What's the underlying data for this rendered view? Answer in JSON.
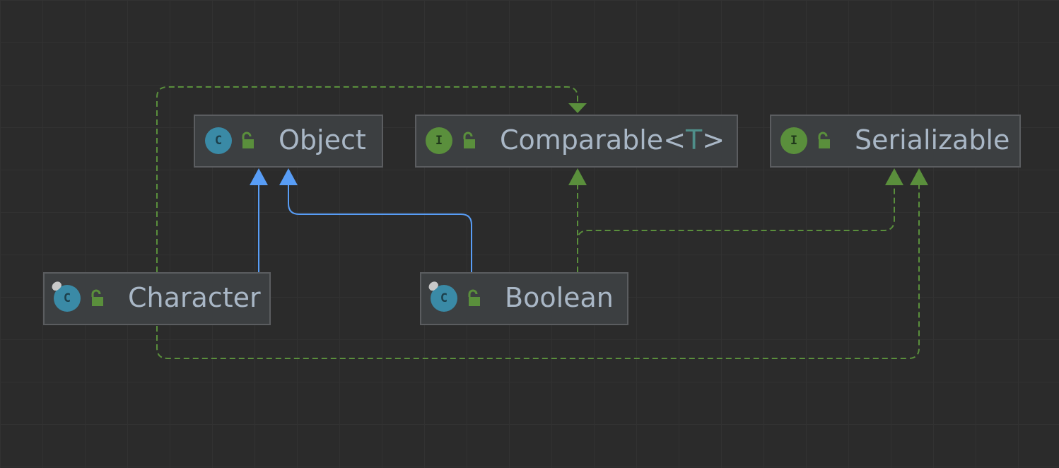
{
  "diagram": {
    "nodes": {
      "object": {
        "name": "Object",
        "kind_letter": "C",
        "kind": "class"
      },
      "comparable": {
        "name": "Comparable",
        "lt": "<",
        "type_param": "T",
        "gt": ">",
        "kind_letter": "I",
        "kind": "interface"
      },
      "serializable": {
        "name": "Serializable",
        "kind_letter": "I",
        "kind": "interface"
      },
      "character": {
        "name": "Character",
        "kind_letter": "C",
        "kind": "final class"
      },
      "boolean": {
        "name": "Boolean",
        "kind_letter": "C",
        "kind": "final class"
      }
    },
    "edges": [
      {
        "from": "Character",
        "to": "Object",
        "type": "extends"
      },
      {
        "from": "Boolean",
        "to": "Object",
        "type": "extends"
      },
      {
        "from": "Character",
        "to": "Comparable",
        "type": "implements"
      },
      {
        "from": "Boolean",
        "to": "Comparable",
        "type": "implements"
      },
      {
        "from": "Boolean",
        "to": "Serializable",
        "type": "implements"
      },
      {
        "from": "Character",
        "to": "Serializable",
        "type": "implements"
      }
    ],
    "colors": {
      "background": "#2b2b2b",
      "extends_edge": "#589df6",
      "implements_edge": "#5a8f3c",
      "class_icon": "#3a8aa6",
      "interface_icon": "#5a8f3c",
      "label_text": "#a9b7c6",
      "type_param": "#4f8f8a"
    },
    "icons": {
      "class": "class-icon",
      "interface": "interface-icon",
      "visibility": "unlocked-icon"
    }
  }
}
